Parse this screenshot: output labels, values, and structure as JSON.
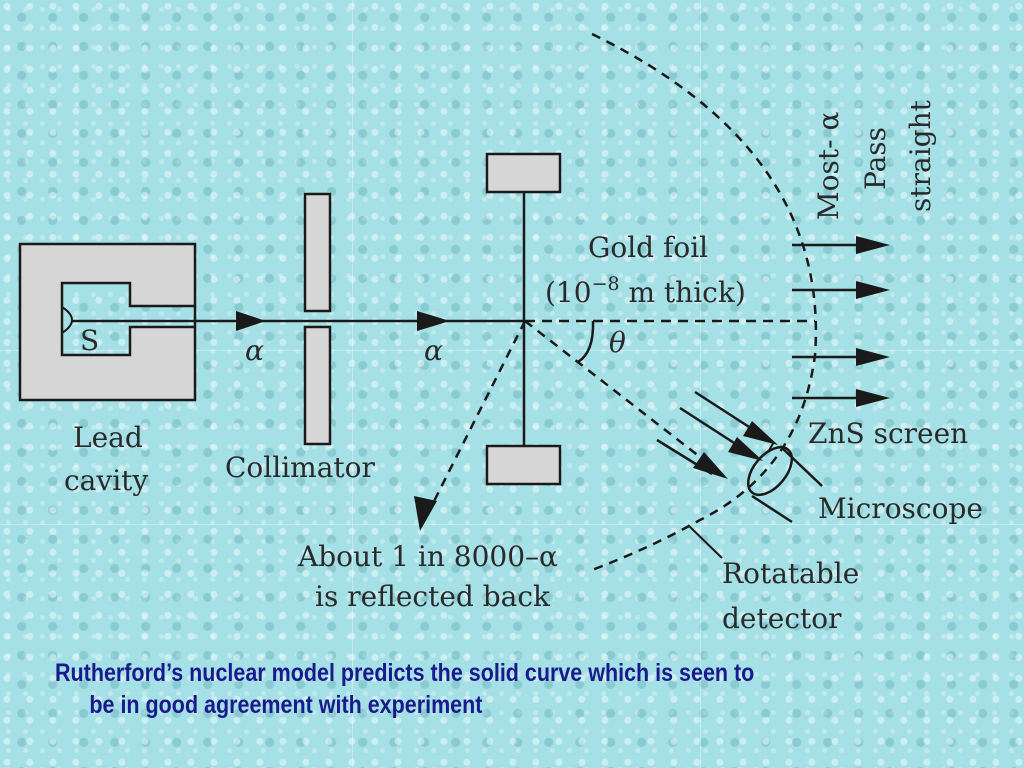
{
  "diagram": {
    "labels": {
      "source": "S",
      "alpha_1": "α",
      "alpha_2": "α",
      "lead_cavity_1": "Lead",
      "lead_cavity_2": "cavity",
      "collimator": "Collimator",
      "gold_foil_1": "Gold foil",
      "gold_foil_2_pre": "(10",
      "gold_foil_2_sup": "−8",
      "gold_foil_2_post": " m thick)",
      "theta": "θ",
      "most_alpha_1": "Most- α",
      "most_alpha_2": "Pass",
      "most_alpha_3": "straight",
      "zns_screen": "ZnS screen",
      "microscope": "Microscope",
      "rotatable_1": "Rotatable",
      "rotatable_2": "detector",
      "reflected_1": "About 1 in 8000–α",
      "reflected_2": "is reflected back"
    },
    "colors": {
      "box_fill": "#d6d6d6",
      "stroke": "#1a1a1a"
    }
  },
  "caption": {
    "line1": "Rutherford’s nuclear model predicts the solid curve which is seen to",
    "line2": "be in good agreement with experiment",
    "color": "#1a1a8c"
  }
}
